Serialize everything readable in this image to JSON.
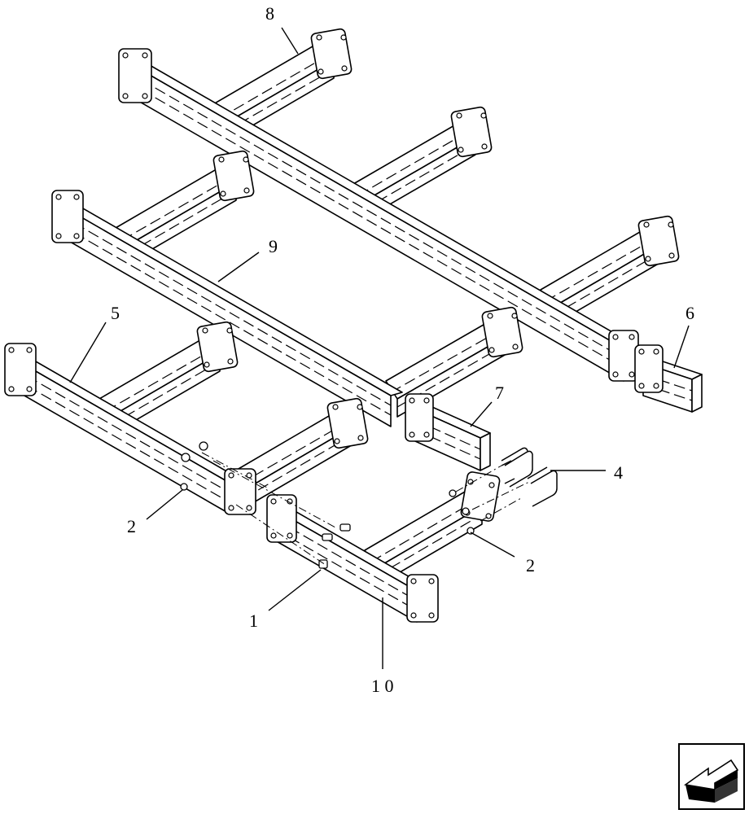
{
  "diagram": {
    "callouts": [
      {
        "id": "c8",
        "label": "8"
      },
      {
        "id": "c9",
        "label": "9"
      },
      {
        "id": "c5",
        "label": "5"
      },
      {
        "id": "c6",
        "label": "6"
      },
      {
        "id": "c7",
        "label": "7"
      },
      {
        "id": "c4",
        "label": "4"
      },
      {
        "id": "c2a",
        "label": "2"
      },
      {
        "id": "c2b",
        "label": "2"
      },
      {
        "id": "c1",
        "label": "1"
      },
      {
        "id": "c10",
        "label": "1 0"
      }
    ]
  },
  "nav_icon": {
    "name": "previous-page-arrow-icon"
  }
}
